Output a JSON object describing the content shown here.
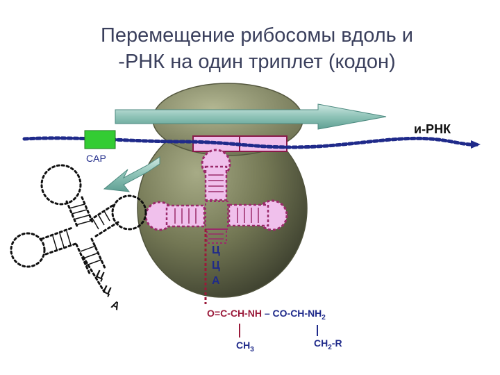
{
  "title": {
    "line1": "Перемещение рибосомы вдоль    и",
    "line2": "-РНК на один триплет (кодон)"
  },
  "labels": {
    "mrna": "и-РНК",
    "cap": "CAP",
    "anticodon_ribosome": [
      "Ц",
      "Ц",
      "А"
    ],
    "anticodon_free": [
      "Ц",
      "Ц",
      "А"
    ]
  },
  "peptide": {
    "chain_main": "O=C-CH-NH",
    "dash": " – ",
    "chain_second": "CO-CH-NH",
    "chain_second_sub": "2",
    "side1": "CH",
    "side1_sub": "3",
    "side2": "CH",
    "side2_sub": "2",
    "side2_suffix": "-R"
  },
  "colors": {
    "ribosome": "#6f7352",
    "trna_active_fill": "#f0c0ec",
    "trna_active_outline": "#9a2a6a",
    "mrna": "#1f2a8a",
    "cap_fill": "#33cc33",
    "arrow_fill": "#8ec3b7",
    "title": "#3a3f5c",
    "peptide": "#9a1a3a"
  }
}
